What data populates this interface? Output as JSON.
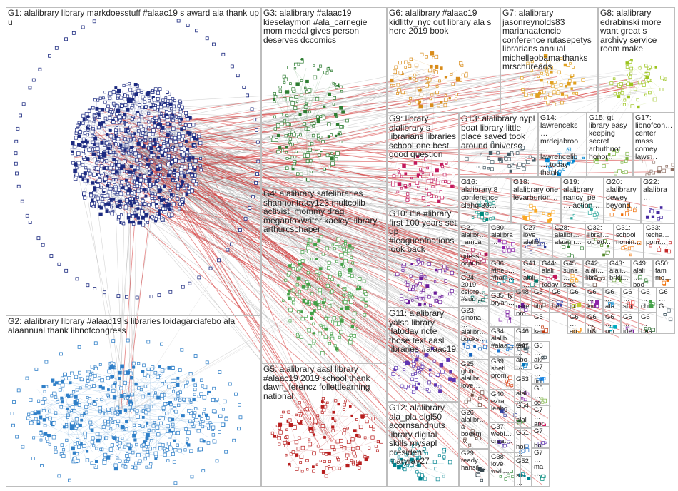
{
  "groups": [
    {
      "id": "G1",
      "label": "G1: alalibrary library markdoesstuff #alaac19 s award ala thank up u",
      "color": "#1c2a80"
    },
    {
      "id": "G2",
      "label": "G2: alalibrary library #alaac19 s libraries loidagarciafebo ala alaannual thank libnofcongress",
      "color": "#2f7fc8"
    },
    {
      "id": "G3",
      "label": "G3: alalibrary #alaac19 kieselaymon #ala_carnegie mom medal gives person deserves dccomics",
      "color": "#2e7d32"
    },
    {
      "id": "G4",
      "label": "G4: alalibrary safelibraries shannontracy123 multcolib activist_mommy drag meganfoxwriter kaeleyt library arthurcschaper",
      "color": "#43a047"
    },
    {
      "id": "G5",
      "label": "G5: alalibrary aasl library #alaac19 2019 school thank dawn_ferencz follettlearning national",
      "color": "#b71c1c"
    },
    {
      "id": "G6",
      "label": "G6: alalibrary #alaac19 kidlittv_nyc out library ala s here 2019 book",
      "color": "#d98c1a"
    },
    {
      "id": "G7",
      "label": "G7: alalibrary jasonreynolds83 marianaatencio conference rutasepetys librarians annual michelleobama thanks mrschureads",
      "color": "#e0a020"
    },
    {
      "id": "G8",
      "label": "G8: alalibrary edrabinski more want great s archivy service room make",
      "color": "#9cc41e"
    },
    {
      "id": "G9",
      "label": "G9: library alalibrary s librarians libraries school one best good question",
      "color": "#c2185b"
    },
    {
      "id": "G10",
      "label": "G10: ifla #library first 100 years set up #leagueofnations look back",
      "color": "#6a1b9a"
    },
    {
      "id": "G11",
      "label": "G11: alalibrary yalsa library ilatoday ncte those text aasl libraries #alaac19",
      "color": "#5e35b1"
    },
    {
      "id": "G12",
      "label": "G12: alalibrary ala_pla elgl50 acornsandnuts library digital skills mysapl president maryray27",
      "color": "#00838f"
    },
    {
      "id": "G13",
      "label": "G13: alalibrary nypl boat library little place saved took around universe",
      "color": "#455a64"
    },
    {
      "id": "G14",
      "label": "G14: lawrenceks… mrdejabroo… lawrencelib… today thank being…",
      "color": "#0288d1"
    },
    {
      "id": "G15",
      "label": "G15: gt library easy keeping secret arbuthnot honor…",
      "color": "#7cb342"
    },
    {
      "id": "G16",
      "label": "G16: alalibrary 8 conference slahq 30…",
      "color": "#00897b"
    },
    {
      "id": "G17",
      "label": "G17: libnofcon… center mass comey laws…",
      "color": "#8d6e63"
    },
    {
      "id": "G18",
      "label": "G18: alalibrary one levarburton…",
      "color": "#f9a825"
    },
    {
      "id": "G19",
      "label": "G19: alalibrary nancy_pe… action…",
      "color": "#26a69a"
    },
    {
      "id": "G20",
      "label": "G20: alalibrary dewey beyond…",
      "color": "#ef6c00"
    },
    {
      "id": "G21",
      "label": "G21: alalibr… _amca… guess ocpubl…",
      "color": "#ad1457"
    },
    {
      "id": "G22",
      "label": "G22: alalibra…",
      "color": "#4527a0"
    },
    {
      "id": "G23",
      "label": "G23: sinona… alalibr… books…",
      "color": "#1565c0"
    },
    {
      "id": "G24",
      "label": "G24: 2019 cslpre… #sum…",
      "color": "#00695c"
    },
    {
      "id": "G25",
      "label": "G25: glbtrt alalibr… love…",
      "color": "#6d4c41"
    },
    {
      "id": "G26",
      "label": "G26: alalibr… á bookm…",
      "color": "#5d4037"
    },
    {
      "id": "G27",
      "label": "G27: love alalibr…",
      "color": "#283593"
    },
    {
      "id": "G28",
      "label": "G28: alalibr… alaann…",
      "color": "#2e7d32"
    },
    {
      "id": "G29",
      "label": "G29: ready hansil…",
      "color": "#37474f"
    },
    {
      "id": "G30",
      "label": "G30: alalibra…",
      "color": "#8e24aa"
    },
    {
      "id": "G31",
      "label": "G31: school nomin…",
      "color": "#f57f17"
    },
    {
      "id": "G32",
      "label": "G32: librar… op ed…",
      "color": "#558b2f"
    },
    {
      "id": "G33",
      "label": "G33: techa… pom…",
      "color": "#c62828"
    },
    {
      "id": "G34",
      "label": "G34: alalib… #alaa…",
      "color": "#1976d2"
    },
    {
      "id": "G35",
      "label": "G35: ty bryan…",
      "color": "#7b1fa2"
    },
    {
      "id": "G36",
      "label": "G36: #theu… #ham…",
      "color": "#0097a7"
    },
    {
      "id": "G37",
      "label": "G37: webi… creat…",
      "color": "#512da8"
    },
    {
      "id": "G38",
      "label": "G38: love well…",
      "color": "#388e3c"
    },
    {
      "id": "G39",
      "label": "G39: shetl… prom…",
      "color": "#d84315"
    },
    {
      "id": "G40",
      "label": "G40: ezral… leahg…",
      "color": "#303f9f"
    },
    {
      "id": "G41",
      "label": "G41: alali… lesle…",
      "color": "#00796b"
    },
    {
      "id": "G42",
      "label": "G42: alali… libra…",
      "color": "#5d4037"
    },
    {
      "id": "G43",
      "label": "G43: alali… brkli…",
      "color": "#689f38"
    },
    {
      "id": "G44",
      "label": "G44: alali… today…",
      "color": "#c2185b"
    },
    {
      "id": "G45",
      "label": "G45: suns… scre…",
      "color": "#f9a825"
    },
    {
      "id": "G46",
      "label": "G46: #art… co…",
      "color": "#455a64"
    },
    {
      "id": "G47",
      "label": "G47: abo… wor…",
      "color": "#0277bd"
    },
    {
      "id": "G48",
      "label": "G48: care pro…",
      "color": "#6a1b9a"
    },
    {
      "id": "G49",
      "label": "G49: alali… boo…",
      "color": "#2e7d32"
    },
    {
      "id": "G50",
      "label": "G50: fam mo…",
      "color": "#ef6c00"
    },
    {
      "id": "G51",
      "label": "G51: hol… jea…",
      "color": "#1565c0"
    },
    {
      "id": "G52",
      "label": "G52: su…",
      "color": "#00838f"
    },
    {
      "id": "G53",
      "label": "G53: alal… alal…",
      "color": "#8e24aa"
    },
    {
      "id": "G54",
      "label": "G54: alal… apr…",
      "color": "#43a047"
    },
    {
      "id": "G55",
      "label": "G5… kar…",
      "color": "#bf360c"
    },
    {
      "id": "G56",
      "label": "G5… akr…",
      "color": "#37474f"
    },
    {
      "id": "G57",
      "label": "G7… fini…",
      "color": "#1e88e5"
    },
    {
      "id": "G58",
      "label": "G5… co…",
      "color": "#7cb342"
    },
    {
      "id": "G59",
      "label": "G7… apr…",
      "color": "#d81b60"
    },
    {
      "id": "G60",
      "label": "G7… hol…",
      "color": "#5e35b1"
    },
    {
      "id": "G61",
      "label": "G7… ma…",
      "color": "#00897b"
    },
    {
      "id": "G62",
      "label": "G6… libr…",
      "color": "#6d4c41"
    },
    {
      "id": "G63",
      "label": "G6… he…",
      "color": "#3949ab"
    },
    {
      "id": "G64",
      "label": "G6… ju…",
      "color": "#c0ca33"
    },
    {
      "id": "G65",
      "label": "G6… kic…",
      "color": "#8e24aa"
    },
    {
      "id": "G66",
      "label": "G6… afa…",
      "color": "#0288d1"
    },
    {
      "id": "G67",
      "label": "G6… sfu…",
      "color": "#e53935"
    },
    {
      "id": "G68",
      "label": "G6… chi…",
      "color": "#43a047"
    },
    {
      "id": "G69",
      "label": "G6… ao…",
      "color": "#fb8c00"
    },
    {
      "id": "G70",
      "label": "G6… hist…",
      "color": "#5d4037"
    },
    {
      "id": "G71",
      "label": "G6… pur…",
      "color": "#00acc1"
    },
    {
      "id": "G72",
      "label": "G6… ide…",
      "color": "#7b1fa2"
    },
    {
      "id": "G73",
      "label": "G6… bas…",
      "color": "#1b5e20"
    },
    {
      "id": "G74",
      "label": "G6… G…",
      "color": "#455a64"
    }
  ]
}
